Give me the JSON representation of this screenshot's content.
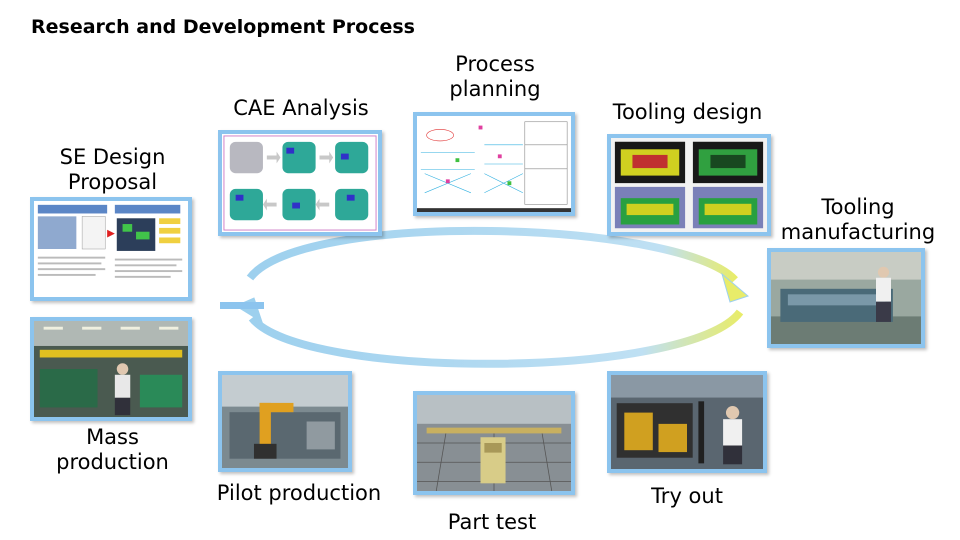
{
  "title": "Research and Development Process",
  "steps": {
    "se_design": "SE Design Proposal",
    "cae": "CAE Analysis",
    "process_planning": "Process planning",
    "tooling_design": "Tooling design",
    "tooling_manufacturing": "Tooling manufacturing",
    "try_out": "Try out",
    "part_test": "Part test",
    "pilot_production": "Pilot production",
    "mass_production": "Mass production"
  },
  "colors": {
    "frame": "#8cc4ee",
    "arrow_blue": "#9dd0ee",
    "arrow_yellow": "#e8ec6a"
  }
}
